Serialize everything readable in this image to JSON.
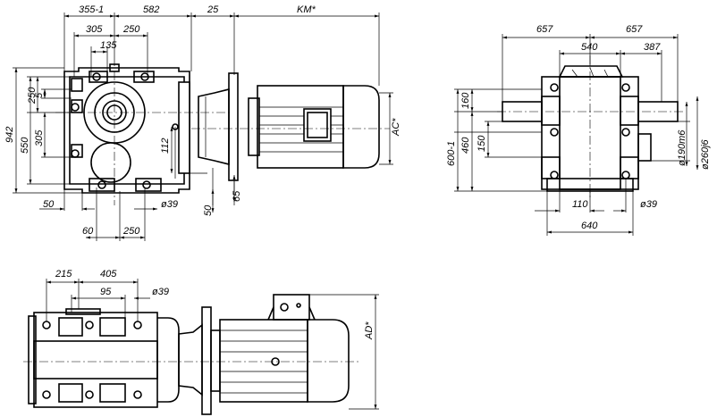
{
  "front_view": {
    "d_355": "355-1",
    "d_582": "582",
    "d_25": "25",
    "d_km": "KM*",
    "d_305_top": "305",
    "d_250_top": "250",
    "d_135": "135",
    "d_250_left": "250",
    "d_5": "5",
    "d_305_left": "305",
    "d_942": "942",
    "d_550": "550",
    "d_112": "112",
    "d_ac": "AC*",
    "d_50_left": "50",
    "d_60": "60",
    "d_250_bottom": "250",
    "d_39": "ø39",
    "d_50_bottom": "50",
    "d_65": "65"
  },
  "side_view": {
    "d_657_left": "657",
    "d_657_right": "657",
    "d_540": "540",
    "d_387": "387",
    "d_160": "160",
    "d_460": "460",
    "d_150": "150",
    "d_600": "600-1",
    "d_190": "ø190m6",
    "d_260": "ø260j6",
    "d_110": "110",
    "d_39": "ø39",
    "d_640": "640"
  },
  "plan_view": {
    "d_215": "215",
    "d_405": "405",
    "d_95": "95",
    "d_39": "ø39",
    "d_ad": "AD*"
  }
}
